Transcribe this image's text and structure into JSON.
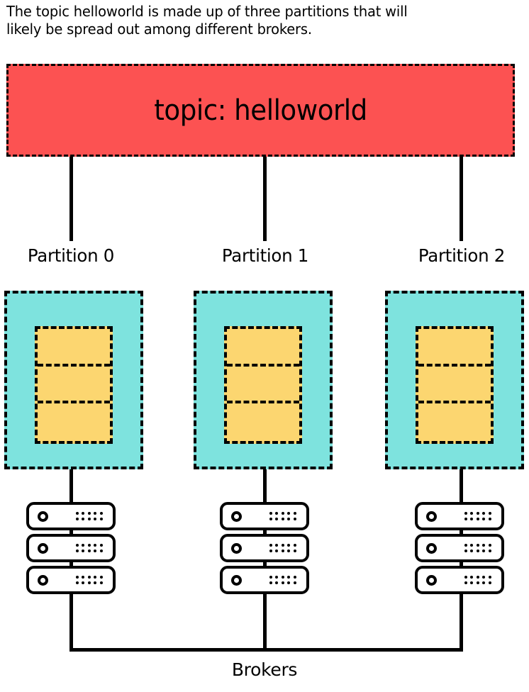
{
  "caption": {
    "text": "The topic helloworld is made up of three partitions that will\nlikely be spread out among different brokers."
  },
  "topic": {
    "label": "topic: helloworld",
    "color": "#FC5252"
  },
  "partitions": [
    {
      "label": "Partition 0",
      "box_color": "#7EE3DE",
      "segment_color": "#FCD670",
      "segments": [
        "segment",
        "segment",
        "segment"
      ]
    },
    {
      "label": "Partition 1",
      "box_color": "#7EE3DE",
      "segment_color": "#FCD670",
      "segments": [
        "segment",
        "segment",
        "segment"
      ]
    },
    {
      "label": "Partition 2",
      "box_color": "#7EE3DE",
      "segment_color": "#FCD670",
      "segments": [
        "segment",
        "segment",
        "segment"
      ]
    }
  ],
  "brokers": {
    "label": "Brokers",
    "stacks": [
      {
        "nodes": [
          "server",
          "server",
          "server"
        ]
      },
      {
        "nodes": [
          "server",
          "server",
          "server"
        ]
      },
      {
        "nodes": [
          "server",
          "server",
          "server"
        ]
      }
    ]
  }
}
